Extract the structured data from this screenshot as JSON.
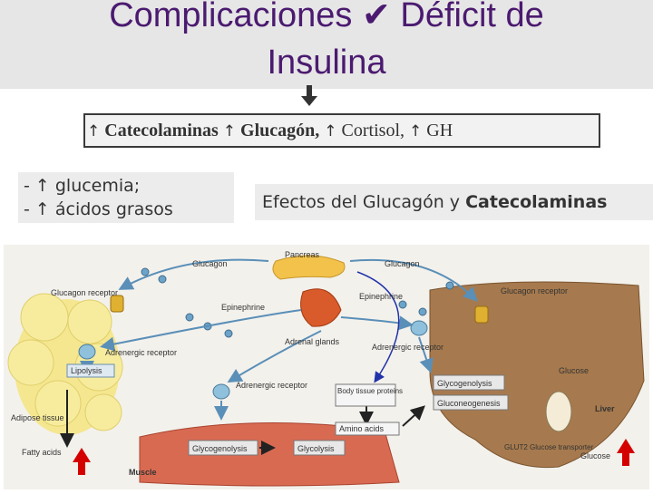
{
  "title": {
    "line1": "Complicaciones ✔ Déficit de",
    "line2": "Insulina"
  },
  "hormones": {
    "catecolaminas": "Catecolaminas",
    "glucagon": "Glucagón,",
    "cortisol": "Cortisol,",
    "gh": "GH",
    "arrow": "↑"
  },
  "effects": {
    "line1": "- ↑ glucemia;",
    "line2": "- ↑ ácidos grasos"
  },
  "caption": {
    "prefix": "Efectos del  Glucagón y ",
    "bold": "Catecolaminas"
  },
  "figure_labels": {
    "pancreas": "Pancreas",
    "glucagon_left": "Glucagon",
    "glucagon_right": "Glucagon",
    "glucagon_receptor_left": "Glucagon receptor",
    "glucagon_receptor_right": "Glucagon receptor",
    "epinephrine_left": "Epinephrine",
    "epinephrine_right": "Epinephrine",
    "adrenal_glands": "Adrenal glands",
    "adrenergic_receptor_left": "Adrenergic receptor",
    "adrenergic_receptor_mid": "Adrenergic receptor",
    "adrenergic_receptor_right": "Adrenergic receptor",
    "lipolysis": "Lipolysis",
    "adipose_tissue": "Adipose tissue",
    "fatty_acids": "Fatty acids",
    "body_tissue_proteins": "Body tissue proteins",
    "amino_acids": "Amino acids",
    "glycogenolysis_liver": "Glycogenolysis",
    "gluconeogenesis": "Gluconeogenesis",
    "glucose_top": "Glucose",
    "liver": "Liver",
    "glut2": "GLUT2 Glucose transporter",
    "glucose_bottom": "Glucose",
    "glycogenolysis_muscle": "Glycogenolysis",
    "glycolysis": "Glycolysis",
    "muscle": "Muscle"
  },
  "colors": {
    "title": "#4b1a70",
    "increase_arrow": "#d40000",
    "pathway_arrow": "#5a8fb8"
  }
}
